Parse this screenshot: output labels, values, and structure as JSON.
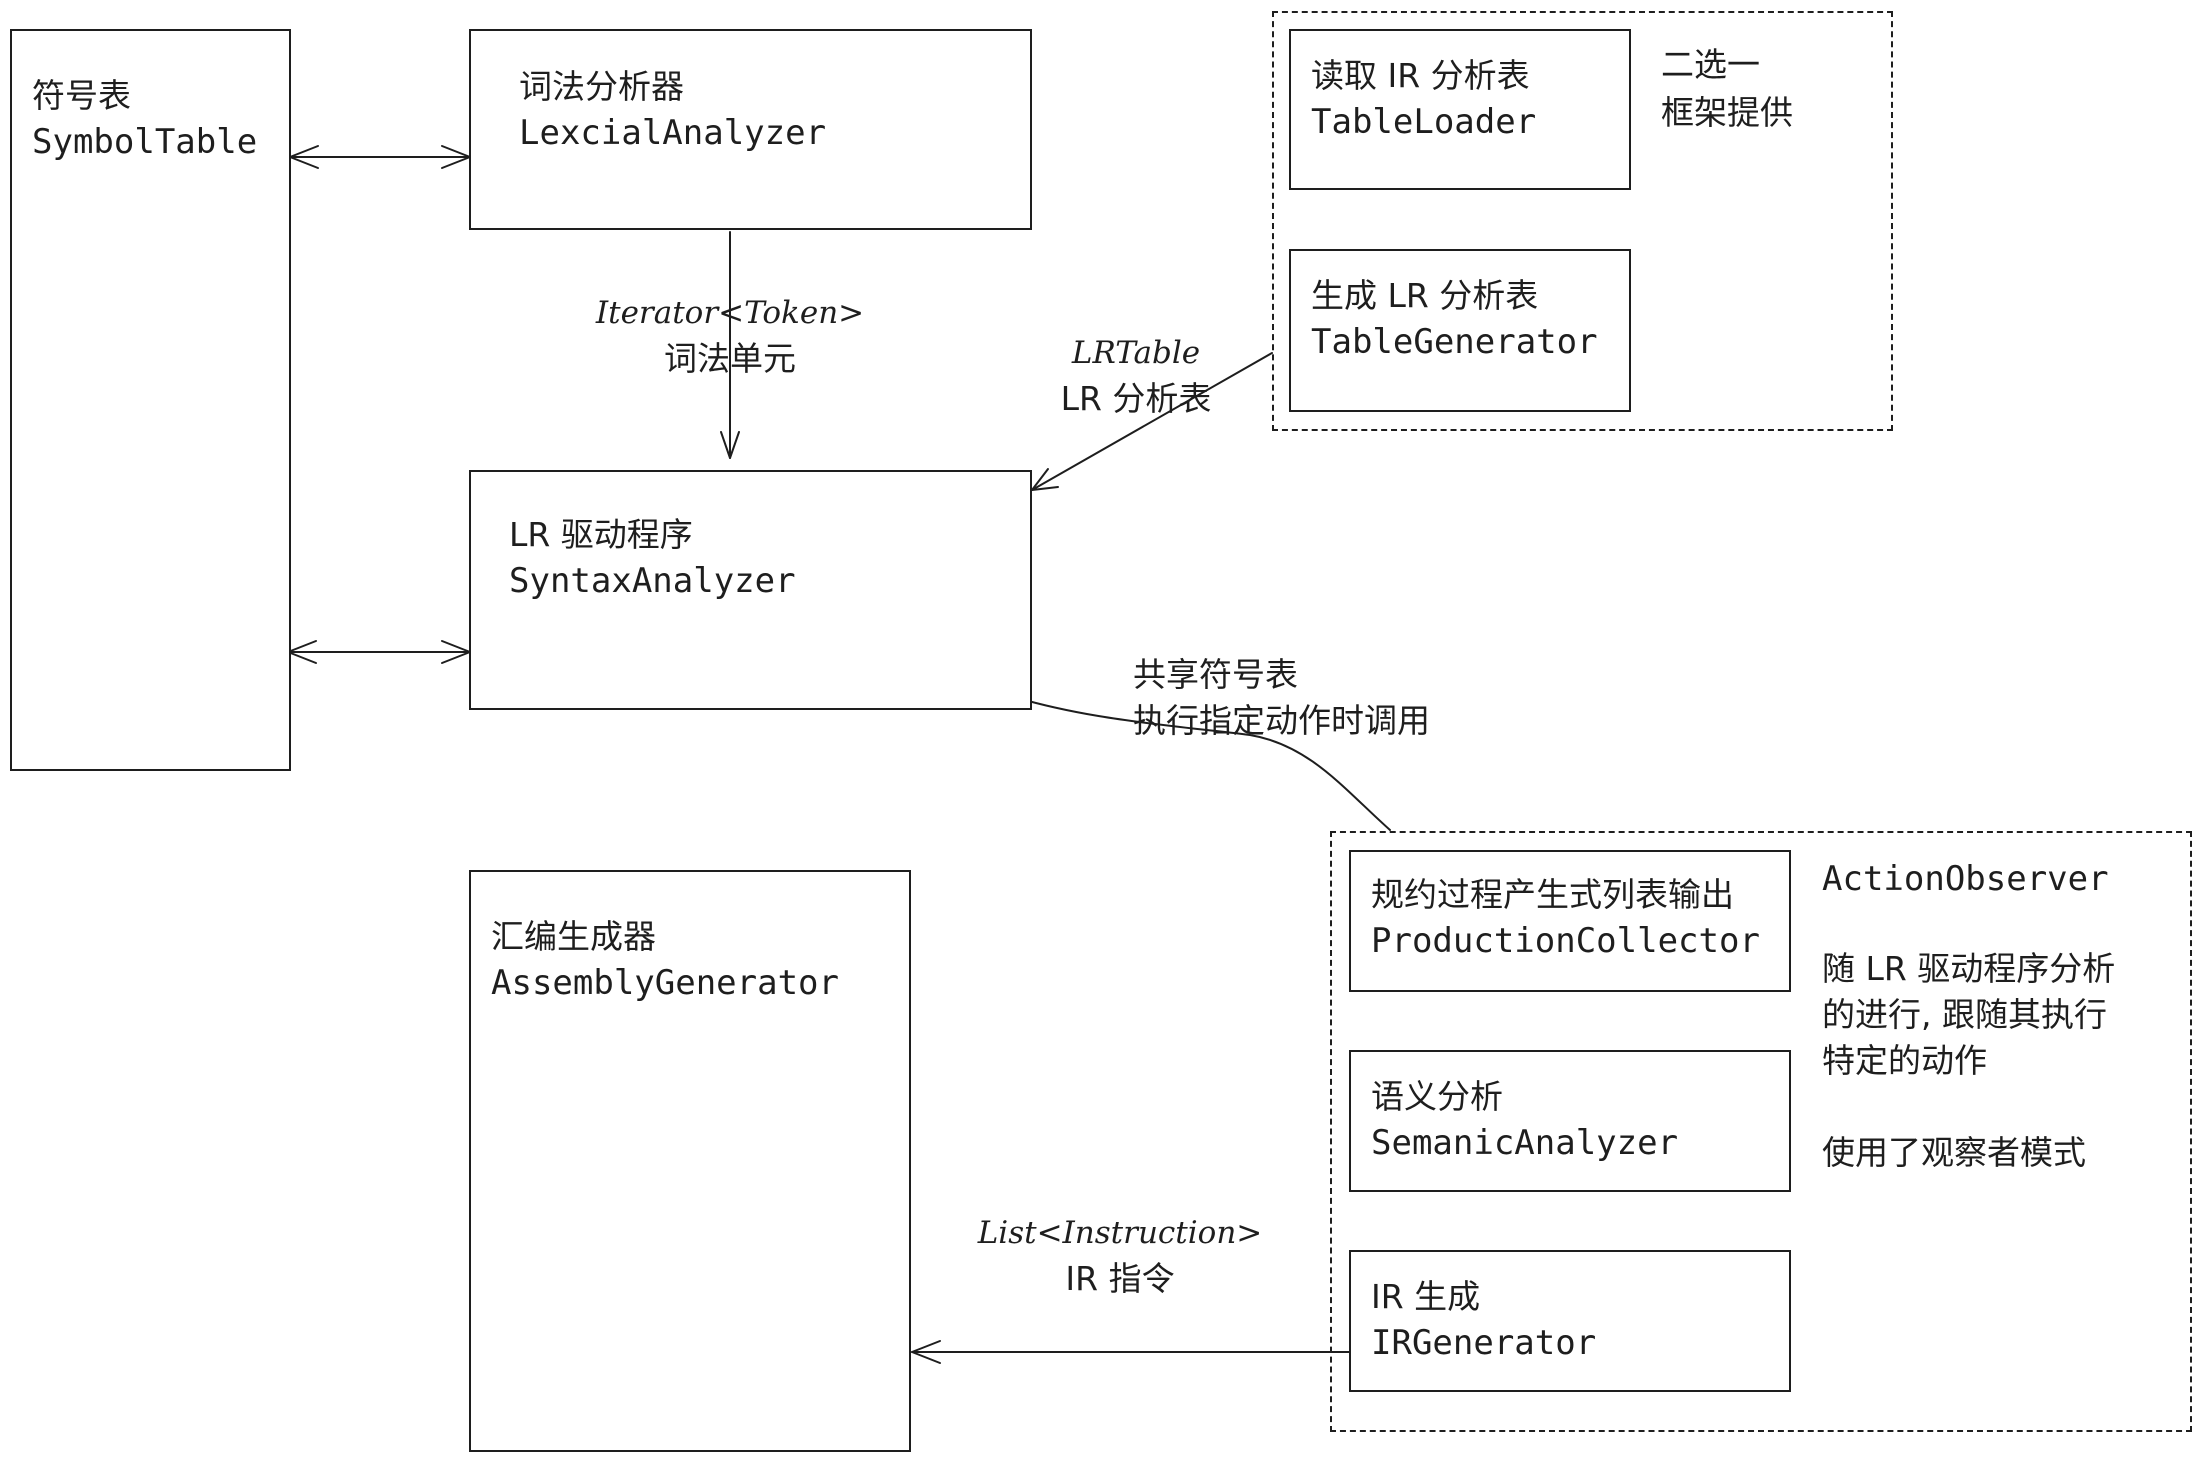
{
  "nodes": {
    "symbol_table": {
      "label_cn": "符号表",
      "label_en": "SymbolTable"
    },
    "lexical_analyzer": {
      "label_cn": "词法分析器",
      "label_en": "LexcialAnalyzer"
    },
    "syntax_analyzer": {
      "label_cn": "LR 驱动程序",
      "label_en": "SyntaxAnalyzer"
    },
    "table_loader": {
      "label_cn": "读取 IR 分析表",
      "label_en": "TableLoader"
    },
    "table_generator": {
      "label_cn": "生成 LR 分析表",
      "label_en": "TableGenerator"
    },
    "assembly_generator": {
      "label_cn": "汇编生成器",
      "label_en": "AssemblyGenerator"
    },
    "production_collector": {
      "label_cn": "规约过程产生式列表输出",
      "label_en": "ProductionCollector"
    },
    "semantic_analyzer": {
      "label_cn": "语义分析",
      "label_en": "SemanicAnalyzer"
    },
    "ir_generator": {
      "label_cn": "IR 生成",
      "label_en": "IRGenerator"
    }
  },
  "groups": {
    "table_provider": {
      "note_line1": "二选一",
      "note_line2": "框架提供"
    },
    "action_observer": {
      "title": "ActionObserver",
      "desc_line1": "随 LR 驱动程序分析",
      "desc_line2": "的进行, 跟随其执行",
      "desc_line3": "特定的动作",
      "pattern_note": "使用了观察者模式"
    }
  },
  "edges": {
    "lexer_to_parser": {
      "type": "Iterator<Token>",
      "label": "词法单元"
    },
    "table_to_parser": {
      "type": "LRTable",
      "label": "LR 分析表"
    },
    "shared_symbol_table": {
      "line1": "共享符号表",
      "line2": "执行指定动作时调用"
    },
    "ir_to_assembly": {
      "type": "List<Instruction>",
      "label": "IR 指令"
    }
  },
  "colors": {
    "stroke": "#1e1e1e",
    "background": "#ffffff"
  }
}
